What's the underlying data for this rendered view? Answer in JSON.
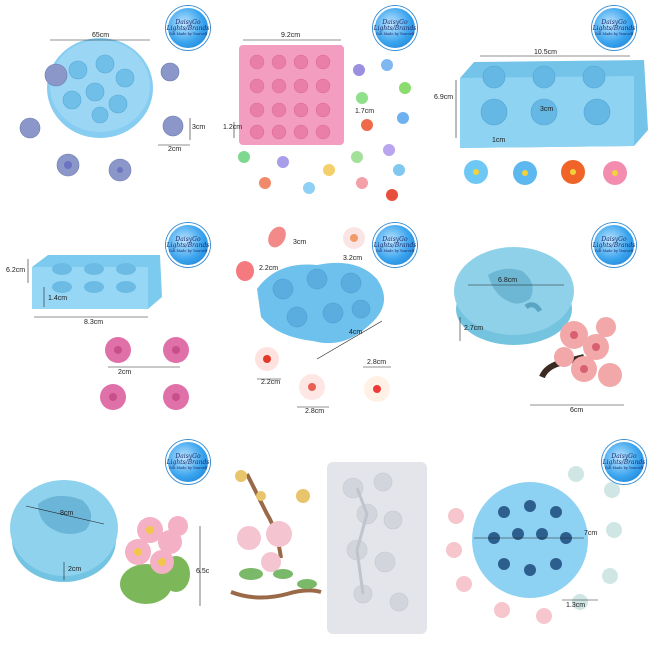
{
  "badge": {
    "line1": "DaisyGo",
    "line2": "Lights/Brands",
    "line3": "Gift Made by Yourself"
  },
  "panels": [
    {
      "name": "round-blossom-mold",
      "labels": [
        "65cm",
        "3cm",
        "2cm"
      ]
    },
    {
      "name": "pink-flower-mold",
      "labels": [
        "9.2cm",
        "1.2cm",
        "1.7cm"
      ]
    },
    {
      "name": "rectangle-blossom-mold",
      "labels": [
        "10.5cm",
        "6.9cm",
        "3cm",
        "1cm"
      ]
    },
    {
      "name": "six-cavity-mold",
      "labels": [
        "6.2cm",
        "1.4cm",
        "8.3cm",
        "2cm"
      ]
    },
    {
      "name": "peach-blossom-mold",
      "labels": [
        "3cm",
        "2.2cm",
        "3.2cm",
        "2.2cm",
        "2.8cm",
        "2.8cm",
        "4cm"
      ]
    },
    {
      "name": "branch-flower-mold",
      "labels": [
        "6.8cm",
        "2.7cm",
        "6cm"
      ]
    },
    {
      "name": "bouquet-mold",
      "labels": [
        "8cm",
        "2cm",
        "6.5c"
      ]
    },
    {
      "name": "branch-leaves-mold",
      "labels": []
    },
    {
      "name": "small-blossom-round-mold",
      "labels": [
        "7cm",
        "1.3cm"
      ]
    }
  ],
  "colors": {
    "mold_blue": "#7ec8ee",
    "mold_pink": "#f2a0bf",
    "mold_grey": "#e3e5ea"
  }
}
